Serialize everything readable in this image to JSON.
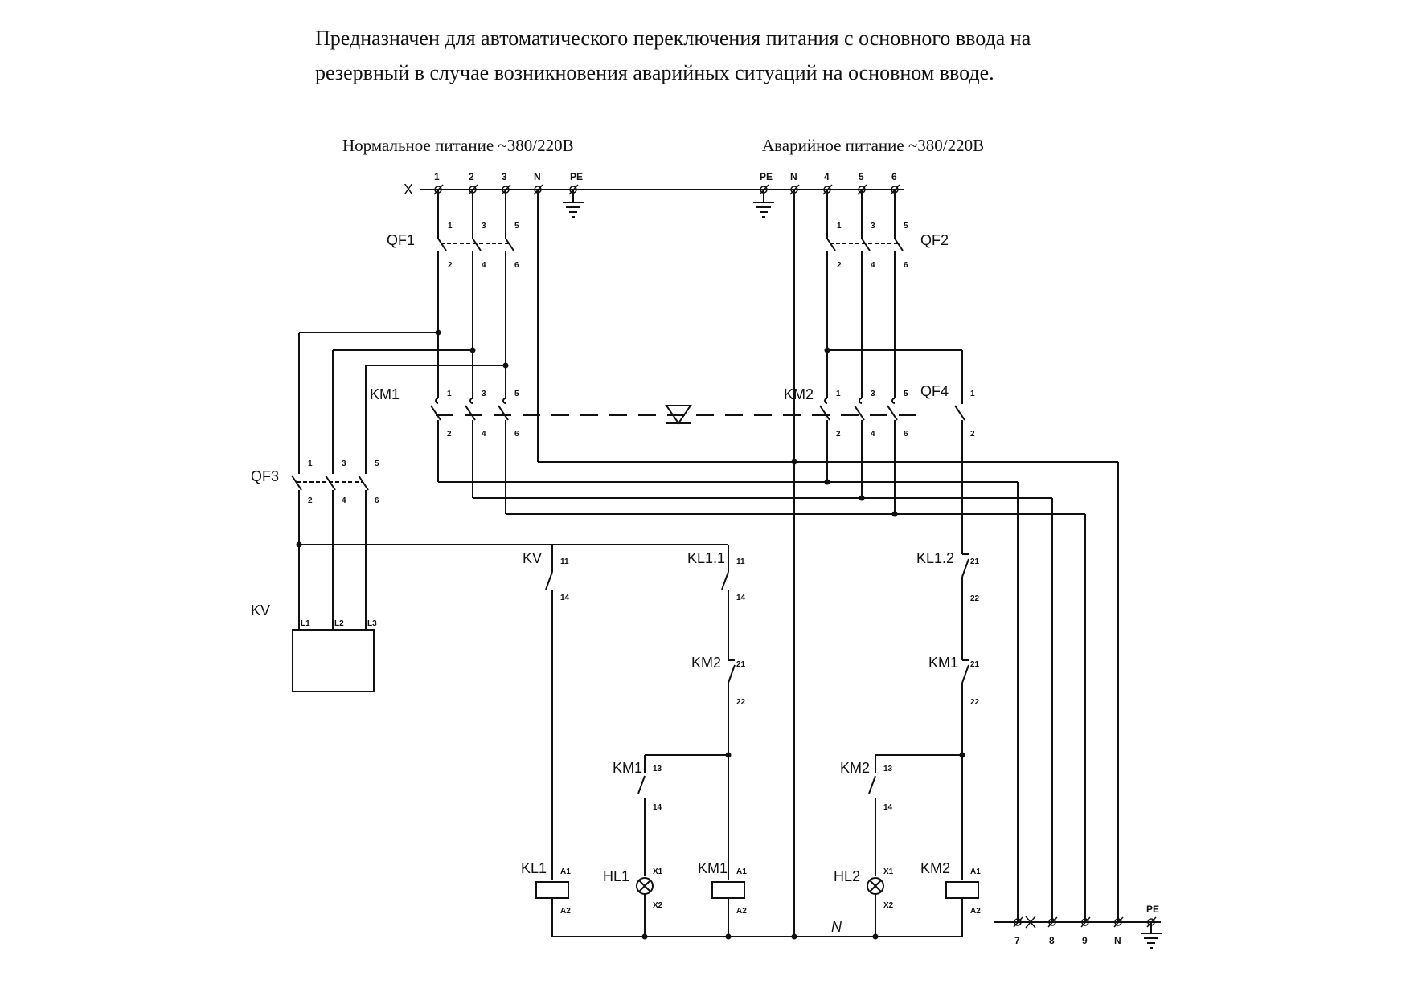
{
  "description": {
    "line1": "Предназначен для автоматического переключения питания с основного ввода на",
    "line2": "резервный в случае возникновения аварийных ситуаций на основном вводе."
  },
  "supply": {
    "normal_label": "Нормальное питание ~380/220В",
    "emergency_label": "Аварийное питание ~380/220В"
  },
  "terminal_block": {
    "name": "X",
    "normal_terminals": [
      "1",
      "2",
      "3",
      "N",
      "PE"
    ],
    "emergency_terminals": [
      "PE",
      "N",
      "4",
      "5",
      "6"
    ],
    "output_terminals": [
      "7",
      "8",
      "9",
      "N",
      "PE"
    ]
  },
  "devices": {
    "qf1": "QF1",
    "qf2": "QF2",
    "qf3": "QF3",
    "qf4": "QF4",
    "km1": "KM1",
    "km2": "KM2",
    "kv": "KV",
    "kl11": "KL1.1",
    "kl12": "KL1.2",
    "kl1": "KL1",
    "hl1": "HL1",
    "hl2": "HL2",
    "n_label": "N"
  },
  "pins": {
    "in": [
      "1",
      "3",
      "5"
    ],
    "out": [
      "2",
      "4",
      "6"
    ],
    "qf4_in": "1",
    "qf4_out": "2",
    "kv_l": [
      "L1",
      "L2",
      "L3"
    ],
    "no_in": "11",
    "no_out": "14",
    "nc_in": "21",
    "nc_out": "22",
    "aux_in": "13",
    "aux_out": "14",
    "coil_a1": "A1",
    "coil_a2": "A2",
    "lamp_x1": "X1",
    "lamp_x2": "X2"
  }
}
